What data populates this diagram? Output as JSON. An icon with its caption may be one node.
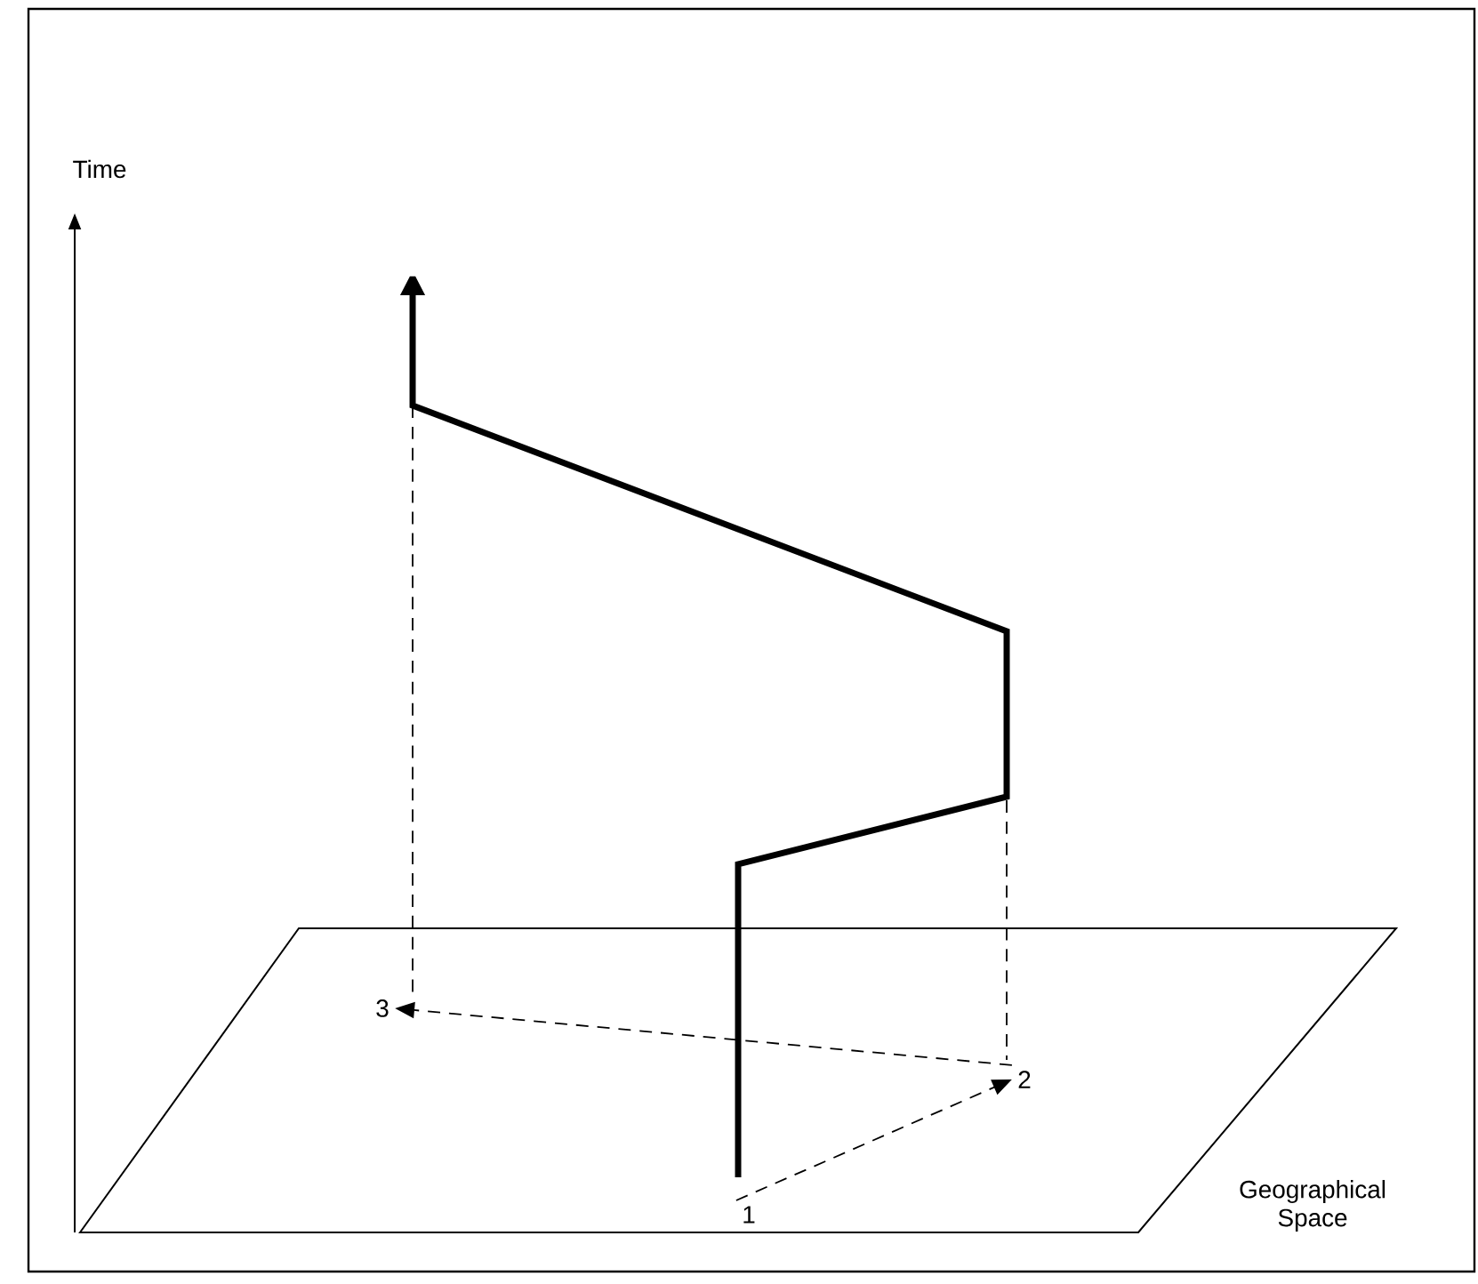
{
  "diagram": {
    "nodes": [
      {
        "text": [
          "1"
        ]
      },
      {
        "text": [
          "2"
        ]
      },
      {
        "text": [
          "3"
        ]
      }
    ],
    "edges": [
      {
        "from": 0,
        "to": 1,
        "arrow": "to",
        "style": "dashed"
      },
      {
        "from": 1,
        "to": 2,
        "arrow": "to",
        "style": "dashed"
      }
    ],
    "labels": [
      "Time",
      "Geographical Space"
    ]
  }
}
